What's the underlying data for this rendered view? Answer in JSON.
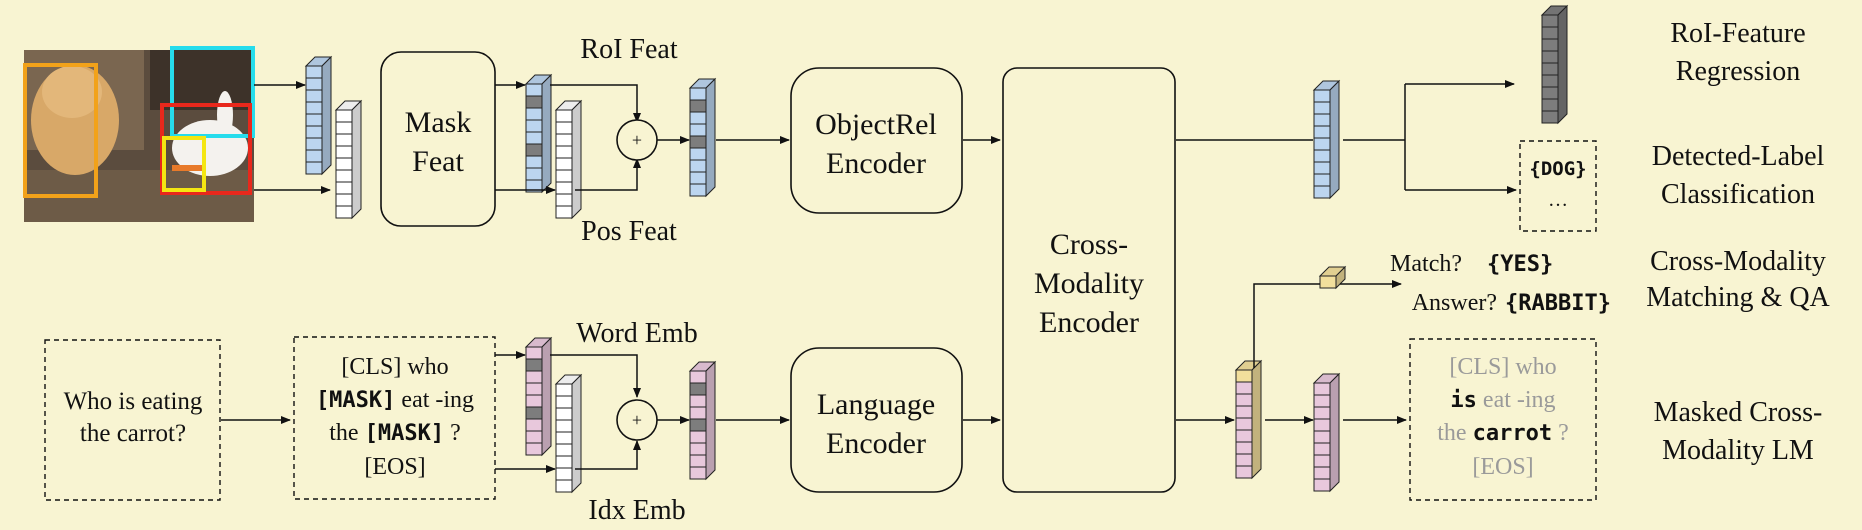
{
  "colors": {
    "background": "#f8f4d2",
    "blue": "#bcd5ef",
    "white": "#ffffff",
    "dark_gray": "#7d7d7d",
    "pink": "#e8c8dc",
    "yellow": "#f2df9c",
    "cyan_box": "#26dcec",
    "orange_box": "#f2a21a",
    "red_box": "#e8281c",
    "yellow_box": "#f4e612"
  },
  "input_image": {
    "description_icon": "cat-and-rabbit-photo"
  },
  "labels": {
    "roi_feat": "RoI Feat",
    "pos_feat": "Pos Feat",
    "word_emb": "Word Emb",
    "idx_emb": "Idx Emb",
    "plus": "+"
  },
  "modules": {
    "mask_feat": [
      "Mask",
      "Feat"
    ],
    "object_rel_encoder": [
      "ObjectRel",
      "Encoder"
    ],
    "language_encoder": [
      "Language",
      "Encoder"
    ],
    "cross_modality_encoder": [
      "Cross-",
      "Modality",
      "Encoder"
    ]
  },
  "input_sentence": [
    "Who is eating",
    "the carrot?"
  ],
  "masked_sentence": {
    "line1": "[CLS] who",
    "line2_mask": "[MASK]",
    "line2_rest": " eat -ing",
    "line3_pre": "the ",
    "line3_mask": "[MASK]",
    "line3_rest": " ?",
    "line4": "[EOS]"
  },
  "detected_label": {
    "value": "{DOG}",
    "more": "…"
  },
  "match_qa": {
    "match_label": "Match?",
    "match_value": "{YES}",
    "answer_label": "Answer?",
    "answer_value": "{RABBIT}"
  },
  "predicted_sentence": {
    "line1": "[CLS] who",
    "line2_word": "is",
    "line2_rest": " eat -ing",
    "line3_pre": "the ",
    "line3_word": "carrot",
    "line3_rest": " ?",
    "line4": "[EOS]"
  },
  "tasks": {
    "roi_regression": [
      "RoI-Feature",
      "Regression"
    ],
    "label_classification": [
      "Detected-Label",
      "Classification"
    ],
    "matching_qa": [
      "Cross-Modality",
      "Matching & QA"
    ],
    "masked_lm": [
      "Masked Cross-",
      "Modality LM"
    ]
  }
}
